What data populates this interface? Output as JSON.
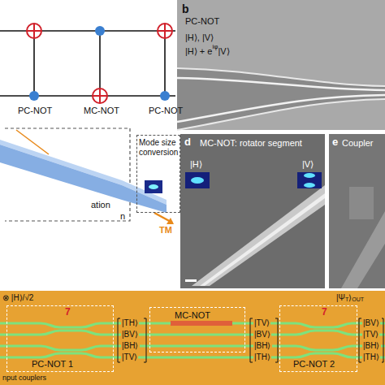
{
  "diagram": {
    "nodes": [
      {
        "text": [
          "Mode size conversion"
        ]
      },
      {
        "text": [
          "PC-NOT 1"
        ]
      },
      {
        "text": [
          "MC-NOT"
        ]
      },
      {
        "text": [
          "PC-NOT 2"
        ]
      }
    ],
    "labels": [
      "PC-NOT",
      "MC-NOT",
      "PC-NOT",
      "b",
      "PC-NOT",
      "|H⟩, |V⟩",
      "|H⟩ + e",
      "iφ",
      "|V⟩",
      "ation",
      "n",
      "TM",
      "d",
      "MC-NOT: rotator segment",
      "|H⟩",
      "|V⟩",
      "e",
      "Coupler",
      "⊗ |H⟩/√2",
      "|Ψ",
      "T",
      "⟩",
      "OUT",
      "|TH⟩",
      "|BV⟩",
      "|BH⟩",
      "|TV⟩",
      "|TV⟩",
      "|BV⟩",
      "|BH⟩",
      "|TH⟩",
      "|BV⟩",
      "|TV⟩",
      "|BH⟩",
      "|TH⟩",
      "7",
      "7",
      "nput couplers"
    ]
  }
}
